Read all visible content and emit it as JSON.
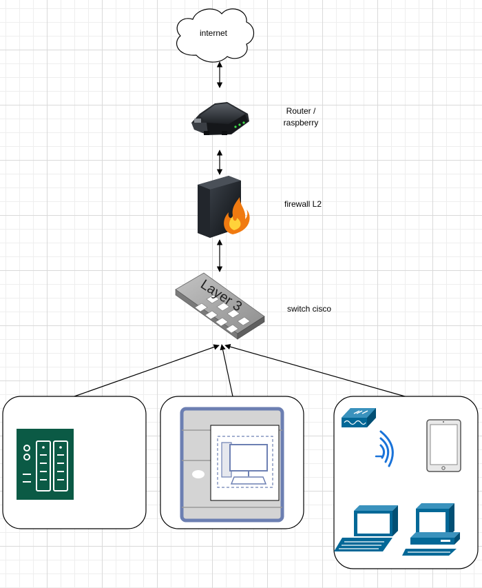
{
  "nodes": {
    "internet": {
      "label": "internet"
    },
    "router": {
      "label": "Router /\nraspberry"
    },
    "firewall": {
      "label": "firewall L2"
    },
    "switch": {
      "label": "switch cisco",
      "device_text": "Layer 3"
    }
  },
  "colors": {
    "grid": "#d9d9d9",
    "server_green": "#0b5a45",
    "cisco_blue": "#036897",
    "wifi_blue": "#1a73d9",
    "frame_blue": "#6c7fb2",
    "switch_grey": "#a9a9a9",
    "firewall_black": "#1b1f24"
  }
}
